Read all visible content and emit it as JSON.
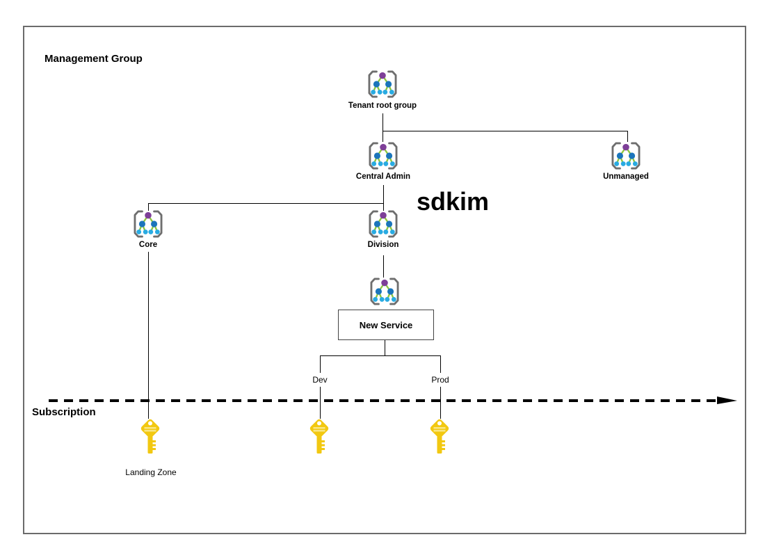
{
  "frame": {
    "management_group_label": "Management Group",
    "subscription_label": "Subscription"
  },
  "annotation": "sdkim",
  "nodes": {
    "tenant_root": "Tenant root group",
    "central_admin": "Central Admin",
    "unmanaged": "Unmanaged",
    "core": "Core",
    "division": "Division",
    "new_service": "New Service",
    "dev": "Dev",
    "prod": "Prod"
  },
  "subscriptions": {
    "landing_zone": "Landing Zone"
  },
  "icons": {
    "management_group": "management-group-tree-icon",
    "subscription": "key-icon"
  },
  "colors": {
    "frame_border": "#6b6b6b",
    "connector": "#000000",
    "icon_bracket": "#6e6e6e",
    "icon_root_node": "#7e3f98",
    "icon_mid_node": "#1b75bb",
    "icon_leaf_node": "#29abe2",
    "icon_edge": "#8dc63f",
    "key_fill": "#f2c811",
    "key_stripe": "#f8e683"
  }
}
